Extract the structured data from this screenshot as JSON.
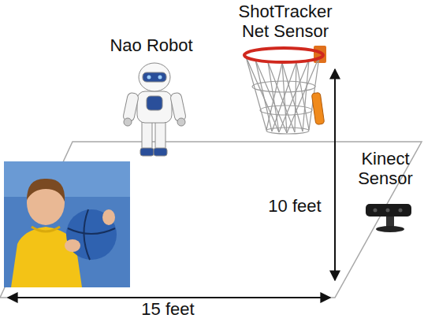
{
  "diagram": {
    "labels": [
      "Nao Robot",
      "ShotTracker Net Sensor",
      "Kinect Sensor",
      "10 feet",
      "15 feet"
    ]
  }
}
